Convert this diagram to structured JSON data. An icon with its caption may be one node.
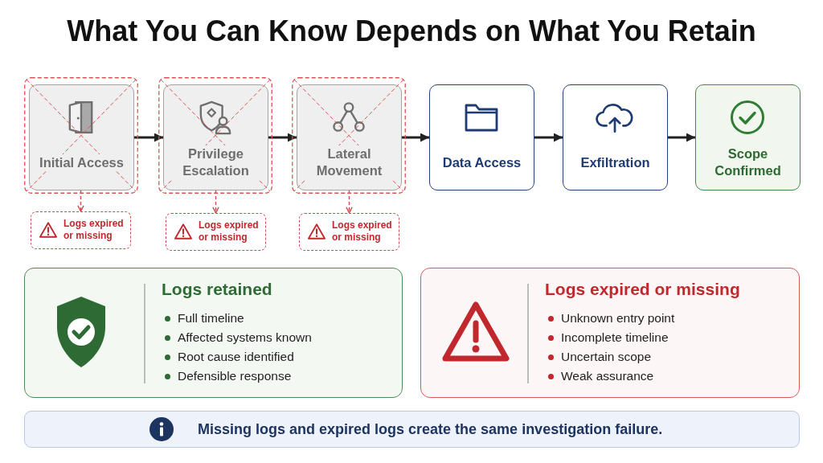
{
  "diagram": {
    "title": "What You Can Know Depends on What You Retain",
    "nodes": [
      {
        "text": [
          "Initial Access"
        ]
      },
      {
        "text": [
          "Privilege Escalation"
        ]
      },
      {
        "text": [
          "Lateral Movement"
        ]
      },
      {
        "text": [
          "Data Access"
        ]
      },
      {
        "text": [
          "Exfiltration"
        ]
      },
      {
        "text": [
          "Scope Confirmed"
        ]
      },
      {
        "text": [
          "Logs expired or missing"
        ]
      },
      {
        "text": [
          "Logs expired or missing"
        ]
      },
      {
        "text": [
          "Logs expired or missing"
        ]
      },
      {
        "text": [
          "Logs retained",
          "Full timeline",
          "Affected systems known",
          "Root cause identified",
          "Defensible response"
        ]
      },
      {
        "text": [
          "Logs expired or missing",
          "Unknown entry point",
          "Incomplete timeline",
          "Uncertain scope",
          "Weak assurance"
        ]
      },
      {
        "text": [
          "Missing logs and expired logs create the same investigation failure."
        ]
      }
    ],
    "edges": [
      {
        "from": 0,
        "to": 1,
        "arrow": "to"
      },
      {
        "from": 1,
        "to": 2,
        "arrow": "to"
      },
      {
        "from": 2,
        "to": 3,
        "arrow": "to"
      },
      {
        "from": 3,
        "to": 4,
        "arrow": "to"
      },
      {
        "from": 4,
        "to": 5,
        "arrow": "to"
      },
      {
        "from": 0,
        "to": 6,
        "arrow": "to",
        "style": "dashed",
        "color": "#d04a4a"
      },
      {
        "from": 1,
        "to": 7,
        "arrow": "to",
        "style": "dashed",
        "color": "#d04a4a"
      },
      {
        "from": 2,
        "to": 8,
        "arrow": "to",
        "style": "dashed",
        "color": "#d04a4a"
      }
    ]
  }
}
